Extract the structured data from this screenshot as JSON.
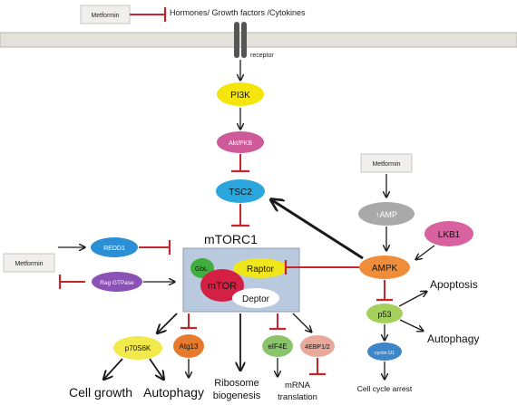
{
  "labels": {
    "hormones": "Hormones/ Growth factors /Cytokines",
    "receptor": "receptor",
    "mtorc1": "mTORC1",
    "cell_growth": "Cell growth",
    "autophagy_left": "Autophagy",
    "ribosome_line1": "Ribosome",
    "ribosome_line2": "biogenesis",
    "mrna_line1": "mRNA",
    "mrna_line2": "translation",
    "apoptosis": "Apoptosis",
    "autophagy_right": "Autophagy",
    "cell_cycle_arrest": "Cell cycle arrest"
  },
  "boxes": {
    "metformin_top": "Metformin",
    "metformin_right": "Metformin",
    "metformin_left": "Metformin",
    "amp": "↑AMP"
  },
  "nodes": {
    "pi3k": "PI3K",
    "akt": "Akt/PKB",
    "tsc2": "TSC2",
    "redd1": "REDD1",
    "rag": "Rag GTPase",
    "gbl": "GbL",
    "mtor": "mTOR",
    "raptor": "Raptor",
    "deptor": "Deptor",
    "lkb1": "LKB1",
    "ampk": "AMPK",
    "p53": "p53",
    "cyclin_d1": "cyclin D1",
    "p70s6k": "p70S6K",
    "atg13": "Atg13",
    "eif4e": "eIF4E",
    "4ebp": "4EBP1/2"
  },
  "colors": {
    "pi3k": "#f4e60c",
    "akt": "#cf5a9a",
    "tsc2": "#2aa6dc",
    "redd1": "#2b8fd6",
    "rag": "#8a52b4",
    "mtorc1_box": "#b9c9de",
    "gbl": "#3fae3d",
    "mtor": "#d42045",
    "raptor": "#f0e61c",
    "deptor": "#ffffff",
    "lkb1": "#d8619f",
    "ampk": "#ef8d3a",
    "p53": "#a6d05e",
    "cyclin_d1": "#3f86c9",
    "p70s6k": "#f2ea4a",
    "atg13": "#e77b2d",
    "eif4e": "#89c46a",
    "4ebp": "#e8a89a",
    "inhibit": "#c8242b",
    "arrow": "#1a1a1a"
  }
}
